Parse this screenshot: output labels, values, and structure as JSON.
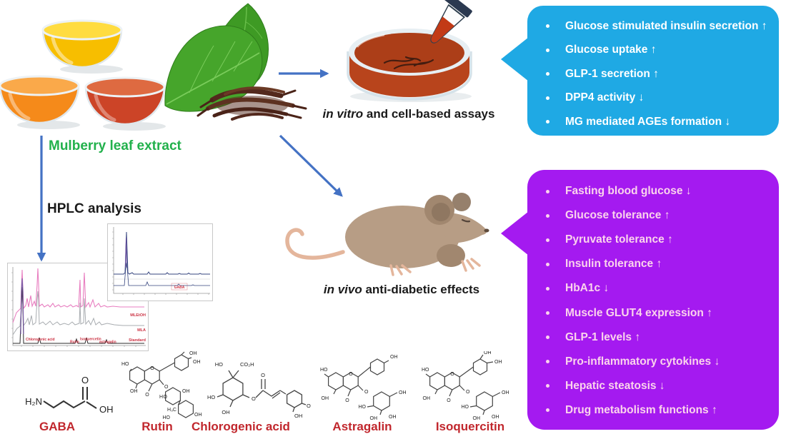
{
  "figure": {
    "mulberry_label": "Mulberry leaf extract",
    "hplc_label": "HPLC analysis",
    "invitro_caption": {
      "italic": "in vitro",
      "rest": " and cell-based assays"
    },
    "invivo_caption": {
      "italic": "in vivo",
      "rest": " anti-diabetic effects"
    }
  },
  "bubbles": {
    "invitro": {
      "bg": "#1FA9E4",
      "text_color": "#FFFFFF",
      "items": [
        "Glucose stimulated insulin secretion ↑",
        "Glucose uptake ↑",
        "GLP-1 secretion ↑",
        "DPP4 activity ↓",
        "MG mediated AGEs formation ↓"
      ]
    },
    "invivo": {
      "bg": "#A41AF0",
      "text_color": "#FBD3EC",
      "items": [
        "Fasting blood glucose ↓",
        "Glucose tolerance ↑",
        "Pyruvate tolerance ↑",
        "Insulin tolerance ↑",
        "HbA1c ↓",
        "Muscle GLUT4 expression ↑",
        "GLP-1 levels ↑",
        "Pro-inflammatory cytokines ↓",
        "Hepatic steatosis ↓",
        "Drug metabolism functions ↑"
      ]
    }
  },
  "hplc": {
    "standard_panel_label": "GABA",
    "peak_labels": [
      "Chlorogenic acid",
      "Rutin",
      "Isoquercetin",
      "astragalin"
    ],
    "trace_labels": [
      "MLEtOH",
      "MLA",
      "Standard"
    ]
  },
  "compounds": [
    {
      "name": "GABA",
      "atoms": [
        "H₂N",
        "O",
        "OH"
      ]
    },
    {
      "name": "Rutin",
      "atoms": [
        "HO",
        "OH",
        "O",
        "O",
        "OH",
        "OH",
        "O",
        "HO",
        "OH",
        "H₃C",
        "HO",
        "OH"
      ]
    },
    {
      "name": "Chlorogenic acid",
      "atoms": [
        "HO",
        "CO₂H",
        "HO",
        "OH",
        "O",
        "O",
        "OH",
        "OH"
      ]
    },
    {
      "name": "Astragalin",
      "atoms": [
        "HO",
        "O",
        "O",
        "OH",
        "OH",
        "O",
        "HO",
        "OH",
        "OH",
        "OH"
      ]
    },
    {
      "name": "Isoquercitin",
      "atoms": [
        "HO",
        "O",
        "O",
        "OH",
        "OH",
        "OH",
        "O",
        "HO",
        "OH",
        "OH",
        "OH"
      ]
    }
  ],
  "colors": {
    "arrow_blue": "#4472C4",
    "green_label": "#22B14C",
    "black_label": "#1A1A1A",
    "compound_name_red": "#C1272D",
    "hplc_red": "#CC3344",
    "leaf_green": "#46A52B",
    "root_brown": "#53291D",
    "dish_medium": "#AC3E18",
    "mouse_tan": "#B79D85",
    "bowl_yellow": "#F7BE00",
    "bowl_orange": "#F58A1A",
    "bowl_red": "#CC4427"
  }
}
